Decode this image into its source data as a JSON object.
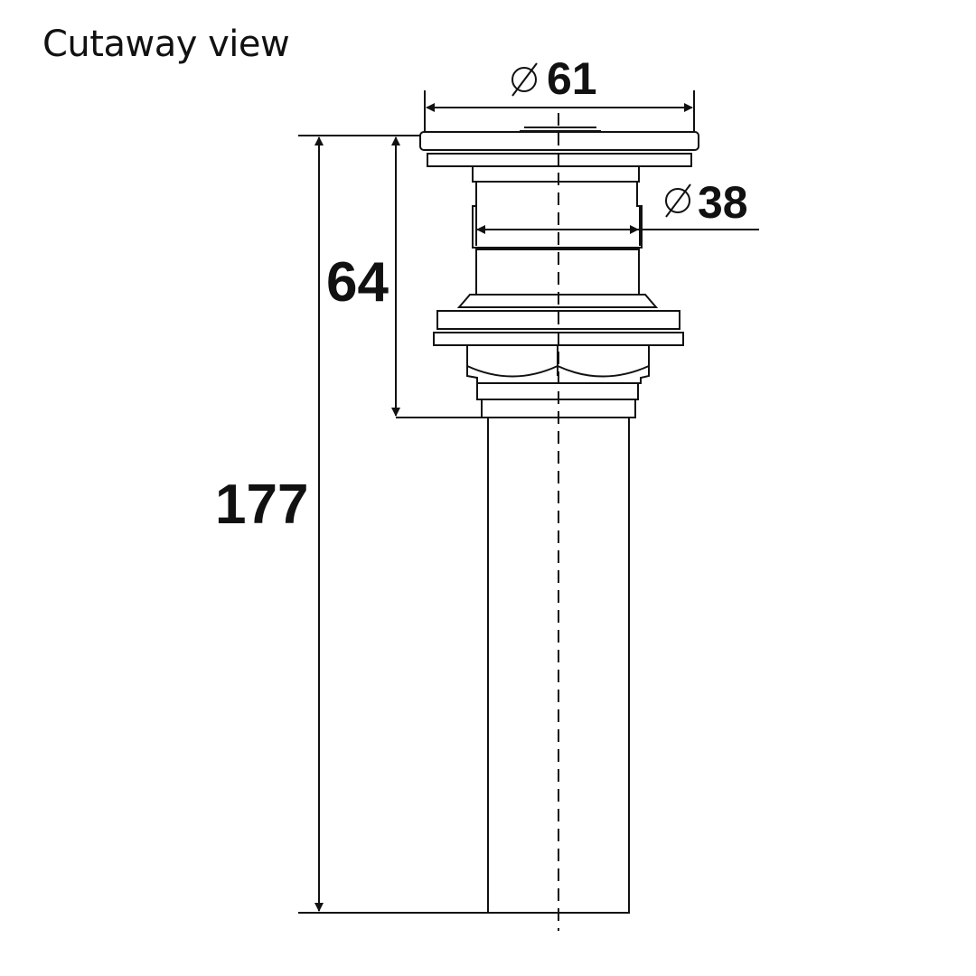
{
  "title": "Cutaway view",
  "dimensions": {
    "top_diameter": "61",
    "body_diameter": "38",
    "upper_height": "64",
    "total_height": "177"
  },
  "colors": {
    "line": "#111111",
    "background": "#ffffff"
  }
}
